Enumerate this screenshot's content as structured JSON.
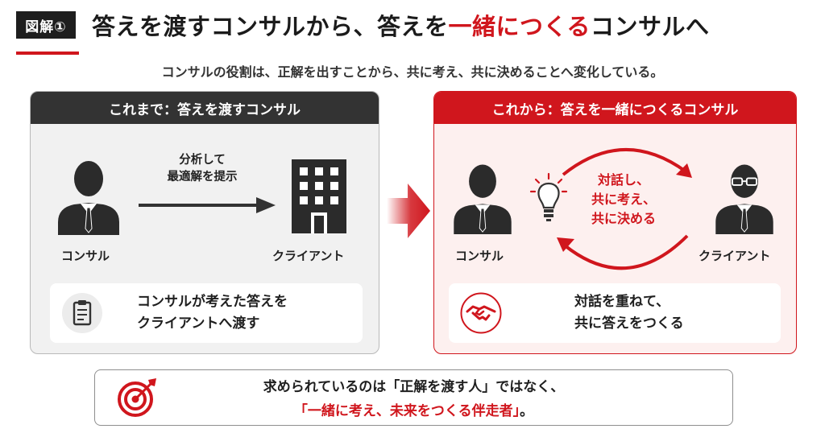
{
  "header": {
    "badge": "図解①",
    "title_part1": "答えを渡すコンサルから、答えを",
    "title_accent": "一緒につくる",
    "title_part2": "コンサルへ",
    "subtitle": "コンサルの役割は、正解を出すことから、共に考え、共に決めることへ変化している。"
  },
  "left_panel": {
    "heading": "これまで：答えを渡すコンサル",
    "consultant_label": "コンサル",
    "client_label": "クライアント",
    "arrow_label_line1": "分析して",
    "arrow_label_line2": "最適解を提示",
    "card_line1": "コンサルが考えた答えを",
    "card_line2": "クライアントへ渡す",
    "card_icon": "clipboard-icon"
  },
  "right_panel": {
    "heading": "これから：答えを一緒につくるコンサル",
    "consultant_label": "コンサル",
    "client_label": "クライアント",
    "center_line1": "対話し、",
    "center_line2": "共に考え、",
    "center_line3": "共に決める",
    "center_icon": "lightbulb-icon",
    "card_line1": "対話を重ねて、",
    "card_line2": "共に答えをつくる",
    "card_icon": "handshake-icon"
  },
  "bottom": {
    "line1": "求められているのは「正解を渡す人」ではなく、",
    "line2_red": "「一緒に考え、未来をつくる伴走者」",
    "line2_tail": "。",
    "icon": "target-icon"
  },
  "colors": {
    "accent": "#d0161d",
    "dark": "#333333",
    "panel_left_bg": "#f1f1f1",
    "panel_right_bg": "#fdf0ef"
  }
}
